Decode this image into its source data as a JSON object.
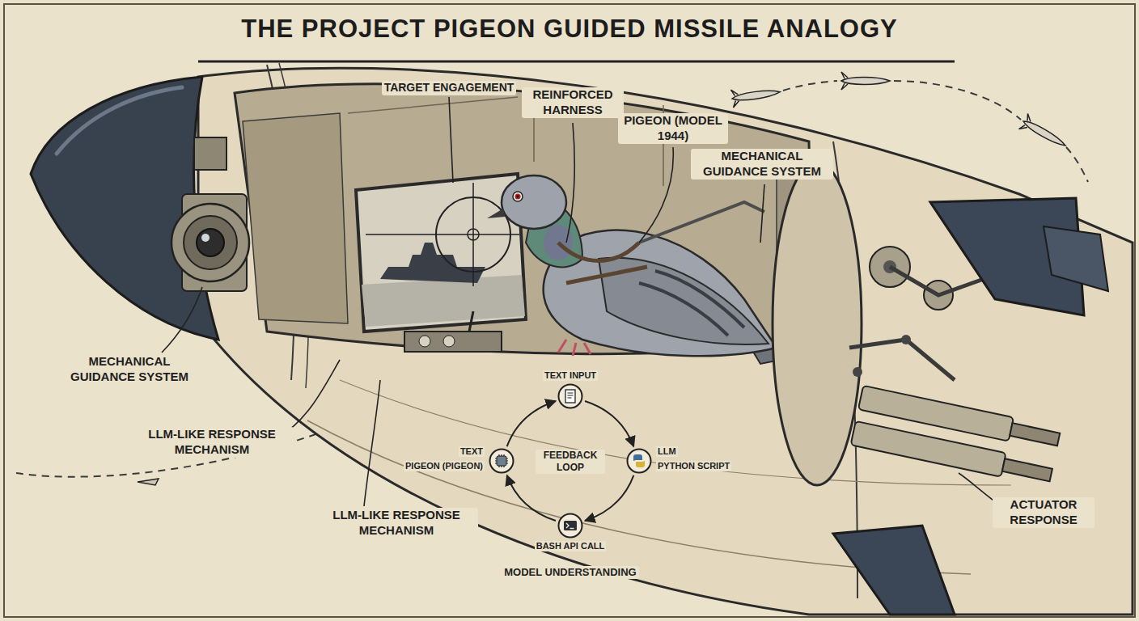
{
  "diagram": {
    "title": "THE PROJECT PIGEON GUIDED MISSILE ANALOGY",
    "nodes": [
      {
        "text": [
          "TEXT INPUT"
        ]
      },
      {
        "text": [
          "LLM",
          "PYTHON SCRIPT"
        ]
      },
      {
        "text": [
          "BASH API CALL"
        ]
      },
      {
        "text": [
          "TEXT",
          "PIGEON (PIGEON)"
        ]
      }
    ],
    "edges": [
      {
        "from": 0,
        "to": 1,
        "arrow": "to"
      },
      {
        "from": 1,
        "to": 2,
        "arrow": "to"
      },
      {
        "from": 2,
        "to": 3,
        "arrow": "to"
      },
      {
        "from": 3,
        "to": 0,
        "arrow": "to"
      }
    ],
    "labels": [
      "TARGET ENGAGEMENT",
      "REINFORCED HARNESS",
      "PIGEON (MODEL 1944)",
      "MECHANICAL GUIDANCE SYSTEM",
      "MECHANICAL GUIDANCE SYSTEM",
      "LLM-LIKE RESPONSE MECHANISM",
      "LLM-LIKE RESPONSE MECHANISM",
      "FEEDBACK LOOP",
      "ACTUATOR RESPONSE",
      "MODEL UNDERSTANDING"
    ]
  }
}
